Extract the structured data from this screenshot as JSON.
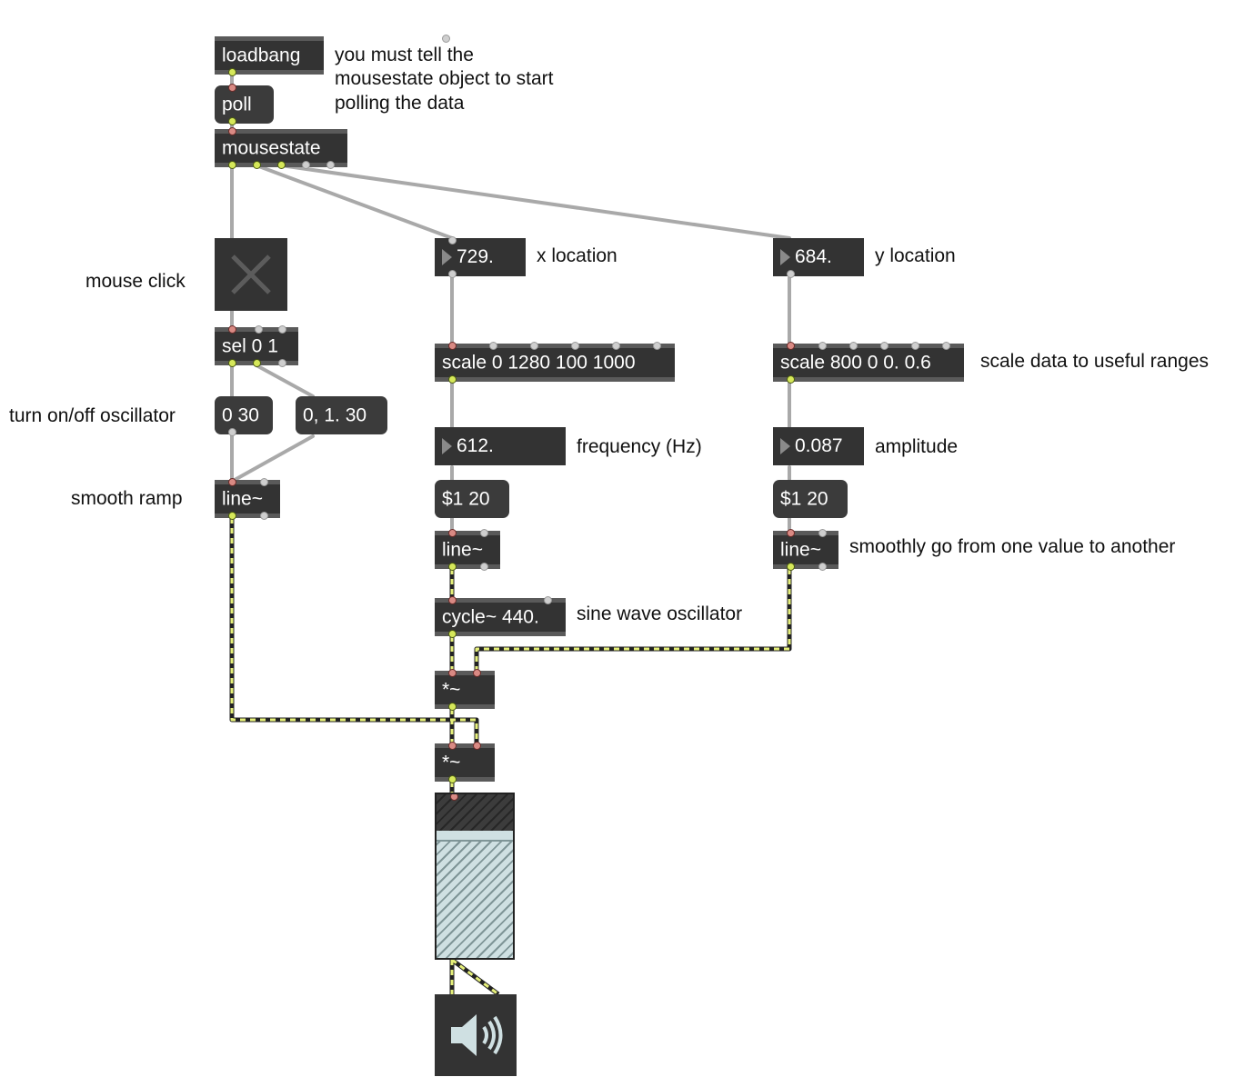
{
  "objects": {
    "loadbang": "loadbang",
    "mousestate": "mousestate",
    "sel": "sel 0 1",
    "line_ramp": "line~",
    "scale_x": "scale 0 1280 100 1000",
    "scale_y": "scale 800 0 0. 0.6",
    "line_freq": "line~",
    "line_amp": "line~",
    "cycle": "cycle~ 440.",
    "mult1": "*~",
    "mult2": "*~"
  },
  "messages": {
    "poll": "poll",
    "off": "0 30",
    "on": "0, 1. 30",
    "freq_ramp": "$1 20",
    "amp_ramp": "$1 20"
  },
  "numbers": {
    "x_location": "729.",
    "y_location": "684.",
    "frequency": "612.",
    "amplitude": "0.087"
  },
  "comments": {
    "poll_note_1": "you must tell the",
    "poll_note_2": "mousestate object to start",
    "poll_note_3": "polling the data",
    "mouse_click": "mouse click",
    "x_location": "x location",
    "y_location": "y location",
    "scale_note": "scale data to useful ranges",
    "oscillator_toggle": "turn on/off oscillator",
    "frequency": "frequency (Hz)",
    "amplitude": "amplitude",
    "smooth_ramp": "smooth ramp",
    "smooth_note": "smoothly go from one value to another",
    "sine_note": "sine wave oscillator"
  },
  "ui": {
    "toggle_icon": "x-toggle-icon",
    "meter_level": 0.78,
    "speaker_icon": "speaker-icon"
  },
  "colors": {
    "object_bg": "#333333",
    "patch_cord": "#a9a9a9",
    "signal_cord": "#d6e85a",
    "inlet": "#d98a84",
    "outlet": "#d6e85a"
  }
}
